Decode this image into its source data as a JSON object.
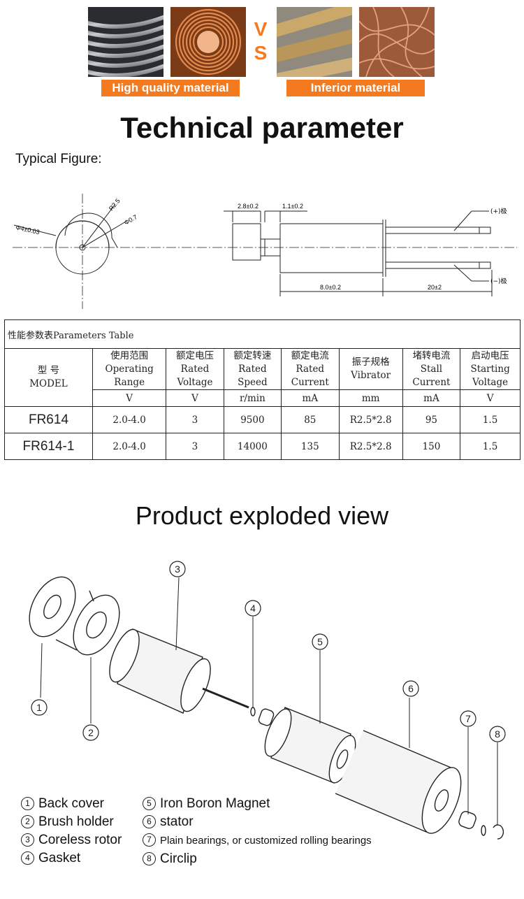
{
  "materials": {
    "vs_v": "V",
    "vs_s": "S",
    "high_label": "High quality material",
    "inferior_label": "Inferior material"
  },
  "title": "Technical parameter",
  "typical_figure": "Typical Figure:",
  "drawing": {
    "dim_diameter": "Φ4±0.03",
    "dim_radius": "R2.5",
    "dim_shaft": "Φ0.7",
    "dim_a": "2.8±0.2",
    "dim_b": "1.1±0.2",
    "dim_body": "8.0±0.2",
    "dim_lead": "20±2",
    "pos_label": "(+)极",
    "neg_label": "(−)极"
  },
  "table": {
    "caption": "性能参数表Parameters Table",
    "model_header": [
      "型 号",
      "MODEL"
    ],
    "columns": [
      {
        "zh": "使用范围",
        "en1": "Operating",
        "en2": "Range",
        "unit": "V"
      },
      {
        "zh": "额定电压",
        "en1": "Rated",
        "en2": "Voltage",
        "unit": "V"
      },
      {
        "zh": "额定转速",
        "en1": "Rated",
        "en2": "Speed",
        "unit": "r/min"
      },
      {
        "zh": "额定电流",
        "en1": "Rated",
        "en2": "Current",
        "unit": "mA"
      },
      {
        "zh": "振子规格",
        "en1": "Vibrator",
        "en2": "",
        "unit": "mm"
      },
      {
        "zh": "堵转电流",
        "en1": "Stall",
        "en2": "Current",
        "unit": "mA"
      },
      {
        "zh": "启动电压",
        "en1": "Starting",
        "en2": "Voltage",
        "unit": "V"
      }
    ],
    "rows": [
      {
        "model": "FR614",
        "values": [
          "2.0-4.0",
          "3",
          "9500",
          "85",
          "R2.5*2.8",
          "95",
          "1.5"
        ]
      },
      {
        "model": "FR614-1",
        "values": [
          "2.0-4.0",
          "3",
          "14000",
          "135",
          "R2.5*2.8",
          "150",
          "1.5"
        ]
      }
    ]
  },
  "exploded_title": "Product exploded view",
  "part_numbers": [
    "1",
    "2",
    "3",
    "4",
    "5",
    "6",
    "7",
    "8"
  ],
  "legend": [
    {
      "num": "1",
      "label": "Back cover"
    },
    {
      "num": "2",
      "label": "Brush holder"
    },
    {
      "num": "3",
      "label": "Coreless rotor"
    },
    {
      "num": "4",
      "label": "Gasket"
    },
    {
      "num": "5",
      "label": "Iron Boron Magnet"
    },
    {
      "num": "6",
      "label": "stator"
    },
    {
      "num": "7",
      "label": "Plain bearings, or customized rolling bearings"
    },
    {
      "num": "8",
      "label": "Circlip"
    }
  ]
}
